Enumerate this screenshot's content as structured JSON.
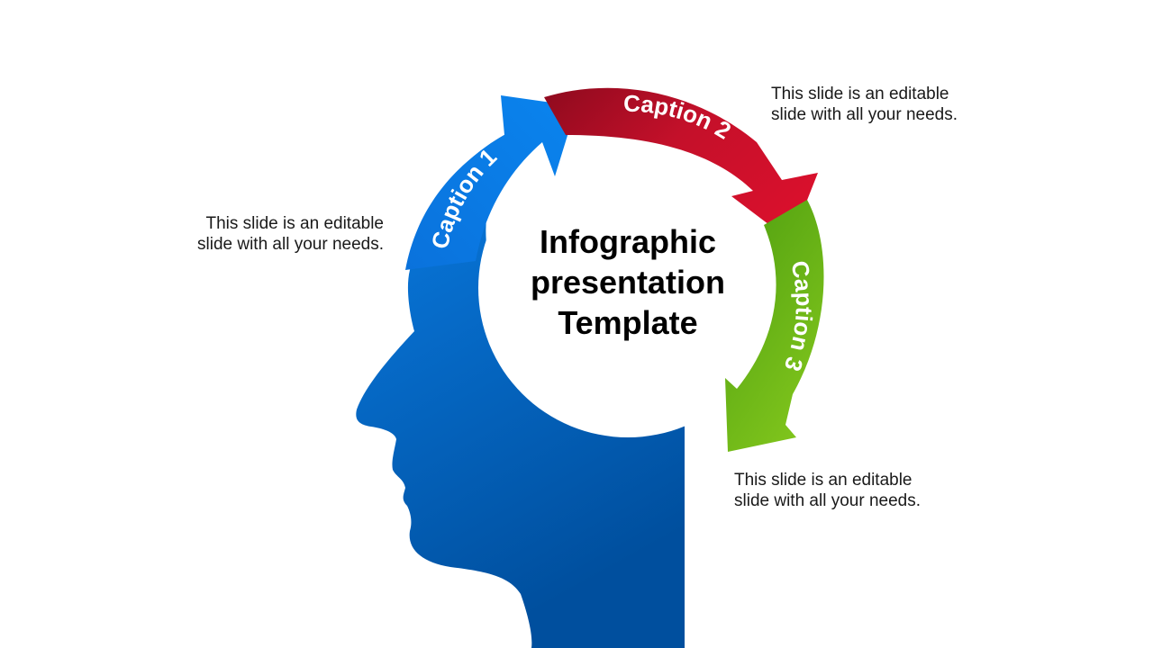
{
  "title": {
    "line1": "Infographic",
    "line2": "presentation",
    "line3": "Template"
  },
  "captions": [
    {
      "label": "Caption 1",
      "color_start": "#0a7ee6",
      "color_end": "#0050a8"
    },
    {
      "label": "Caption 2",
      "color_start": "#8e0a1e",
      "color_end": "#d8102c"
    },
    {
      "label": "Caption 3",
      "color_start": "#4e9e10",
      "color_end": "#7fc41c"
    }
  ],
  "notes": [
    {
      "line1": "This slide is an editable",
      "line2": "slide with all your needs."
    },
    {
      "line1": "This slide is an editable",
      "line2": "slide with all your needs."
    },
    {
      "line1": "This slide is an editable",
      "line2": "slide with all your needs."
    }
  ],
  "colors": {
    "head_top": "#0a7ee6",
    "head_bottom": "#004f9e",
    "background": "#ffffff"
  }
}
